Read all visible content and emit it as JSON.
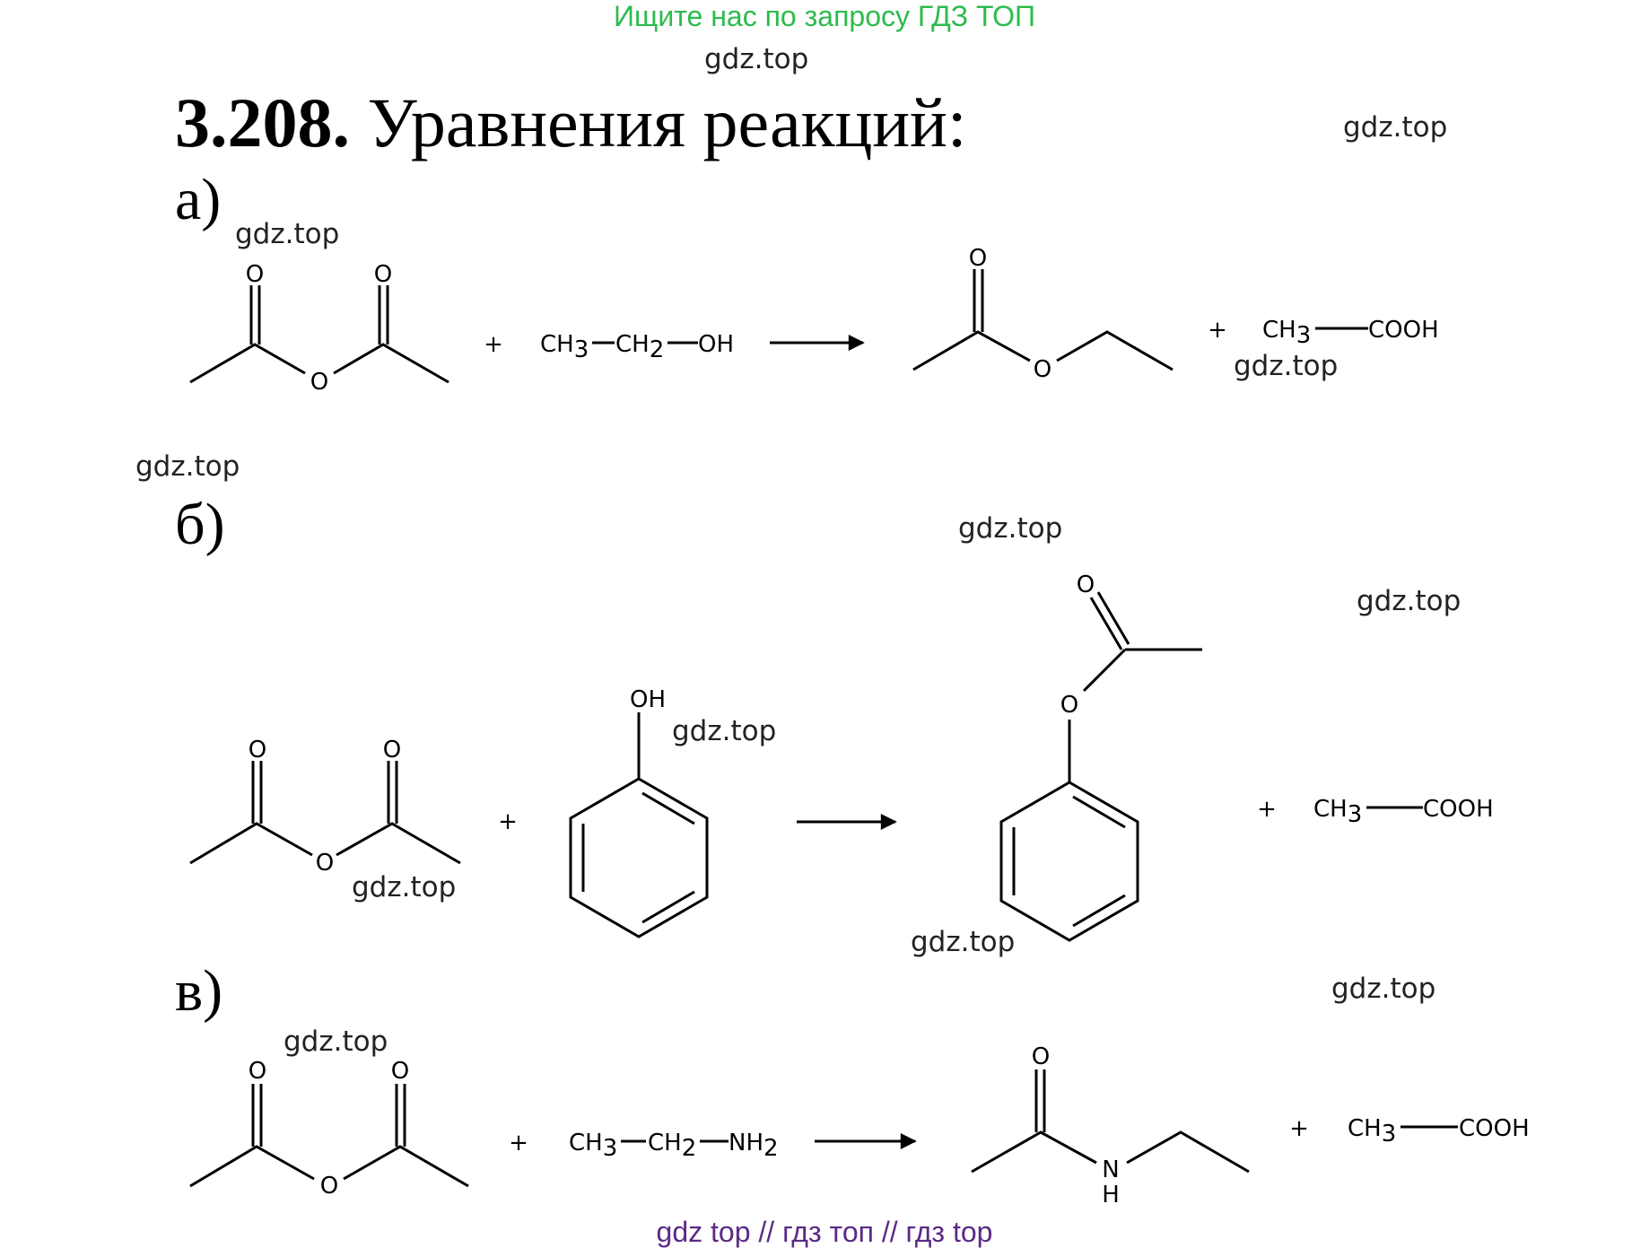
{
  "banner": "Ищите нас по запросу ГДЗ ТОП",
  "title": {
    "number": "3.208.",
    "text": "Уравнения реакций:"
  },
  "parts": {
    "a": "а)",
    "b": "б)",
    "v": "в)"
  },
  "watermark": "gdz.top",
  "footer": "gdz top  //  гдз топ  //  гдз top",
  "reactions": {
    "plus": "+",
    "ethanol": [
      "CH",
      "3",
      "CH",
      "2",
      "OH"
    ],
    "ethylamine": [
      "CH",
      "3",
      "CH",
      "2",
      "NH",
      "2"
    ],
    "acetic_acid": [
      "CH",
      "3",
      "COOH"
    ],
    "atoms": {
      "O": "O",
      "OH": "OH",
      "N": "N",
      "H": "H"
    }
  }
}
